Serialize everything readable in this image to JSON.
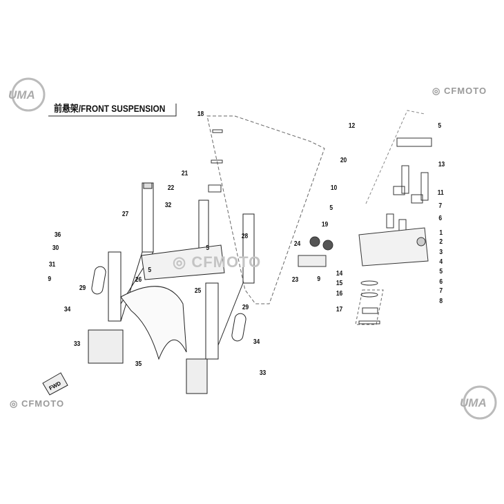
{
  "header": {
    "title": "前悬架/FRONT SUSPENSION"
  },
  "logos": {
    "uma": "UMA",
    "cfmoto": "CFMOTO",
    "watermark": "CFMOTO",
    "fwd": "FWD"
  },
  "callouts": [
    "18",
    "21",
    "22",
    "32",
    "27",
    "36",
    "30",
    "31",
    "9",
    "29",
    "26",
    "5",
    "5",
    "28",
    "25",
    "34",
    "33",
    "29",
    "34",
    "35",
    "33",
    "19",
    "24",
    "9",
    "23",
    "10",
    "5",
    "20",
    "12",
    "5",
    "13",
    "11",
    "7",
    "6",
    "1",
    "2",
    "3",
    "4",
    "5",
    "6",
    "7",
    "8",
    "14",
    "15",
    "16",
    "17"
  ]
}
